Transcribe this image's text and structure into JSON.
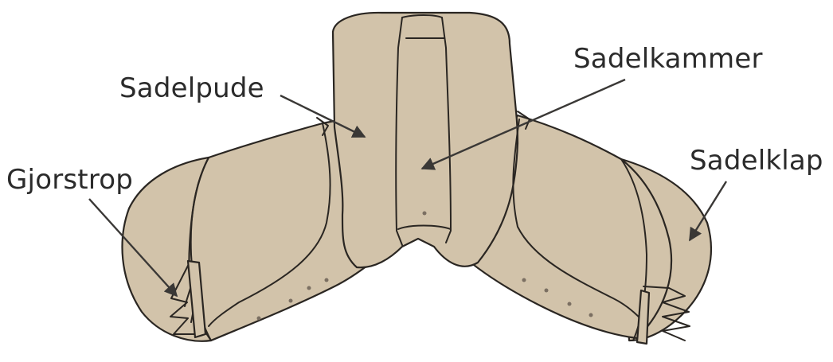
{
  "labels": {
    "sadelpude": "Sadelpude",
    "sadelkammer": "Sadelkammer",
    "gjorstrop": "Gjorstrop",
    "sadelklap": "Sadelklap"
  },
  "colors": {
    "leather": "#d2c3aa",
    "outline": "#2a2622",
    "background": "#ffffff"
  }
}
